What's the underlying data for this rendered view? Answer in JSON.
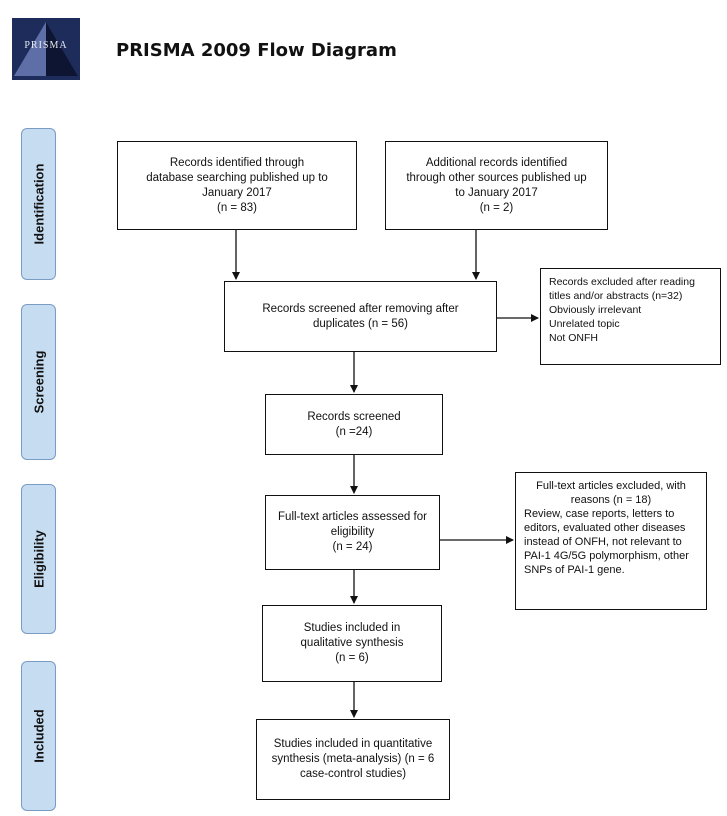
{
  "header": {
    "logo_text": "PRISMA",
    "title": "PRISMA 2009 Flow Diagram"
  },
  "phases": {
    "identification": "Identification",
    "screening": "Screening",
    "eligibility": "Eligibility",
    "included": "Included"
  },
  "boxes": {
    "database_records": "Records identified through\ndatabase searching published up to\nJanuary 2017\n(n = 83)",
    "other_records": "Additional records identified\nthrough other sources published up\nto January 2017\n(n = 2)",
    "screened_after_duplicates": "Records screened after removing after\nduplicates (n = 56)",
    "records_screened": "Records screened\n(n =24)",
    "fulltext_assessed": "Full-text articles assessed for\neligibility\n(n = 24)",
    "qualitative": "Studies included in\nqualitative synthesis\n(n = 6)",
    "quantitative": "Studies included in quantitative\nsynthesis (meta-analysis) (n = 6\ncase-control studies)"
  },
  "side_boxes": {
    "excluded_abstracts": "Records excluded after reading\ntitles and/or abstracts (n=32)\nObviously irrelevant\nUnrelated topic\nNot ONFH",
    "excluded_fulltext_heading": "Full-text articles excluded, with\nreasons (n = 18)",
    "excluded_fulltext_reasons": "Review, case reports, letters to\neditors, evaluated other diseases\ninstead of ONFH, not relevant to\nPAI-1 4G/5G polymorphism, other\nSNPs of PAI-1 gene."
  }
}
